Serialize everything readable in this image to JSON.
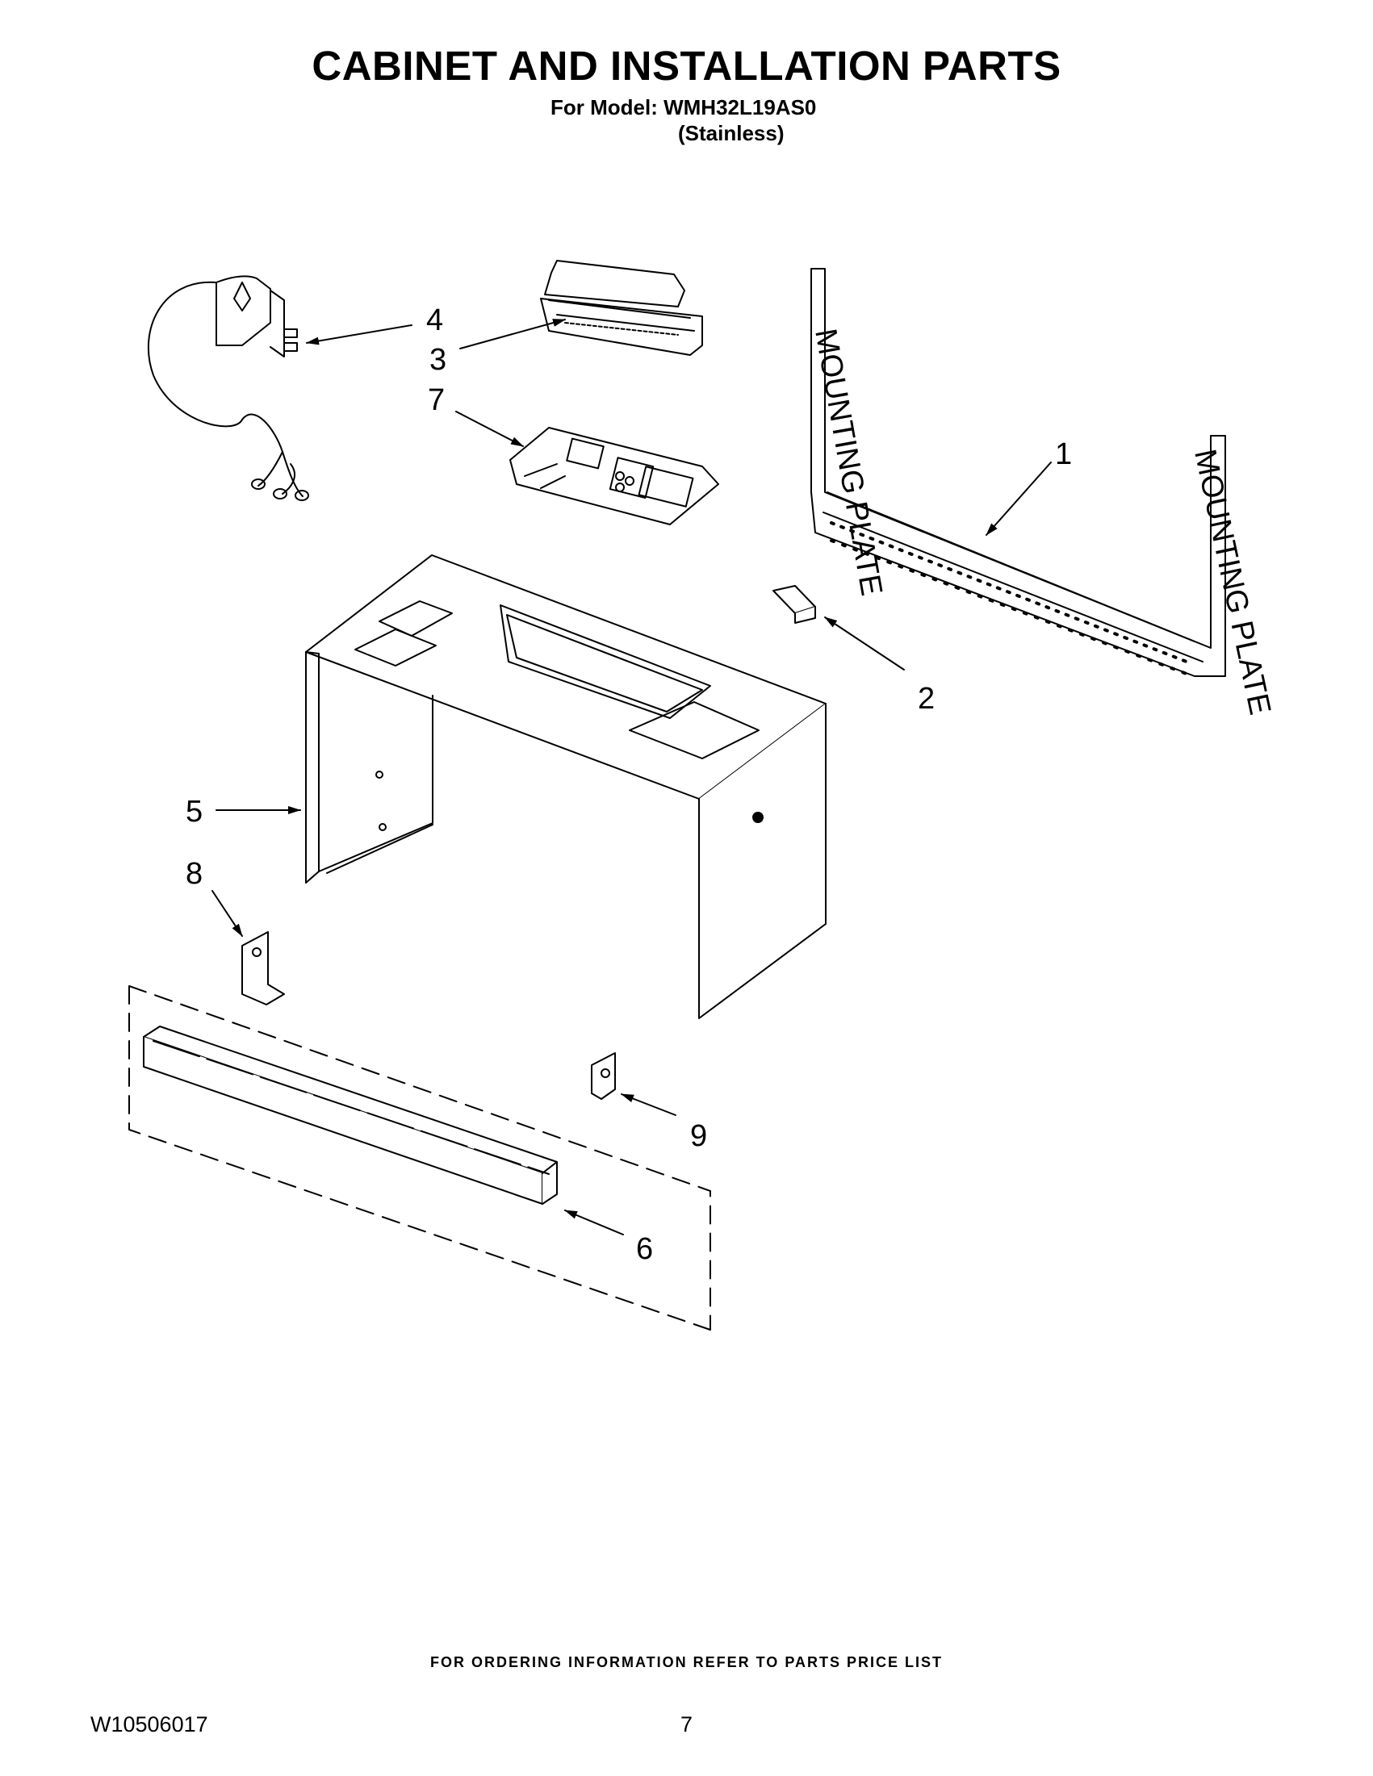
{
  "header": {
    "title": "CABINET AND INSTALLATION PARTS",
    "model_line": "For Model: WMH32L19AS0",
    "variant": "(Stainless)"
  },
  "diagram": {
    "plate_label": "MOUNTING PLATE",
    "callouts": [
      {
        "id": "c1",
        "number": "1"
      },
      {
        "id": "c2",
        "number": "2"
      },
      {
        "id": "c3",
        "number": "3"
      },
      {
        "id": "c4",
        "number": "4"
      },
      {
        "id": "c5",
        "number": "5"
      },
      {
        "id": "c6",
        "number": "6"
      },
      {
        "id": "c7",
        "number": "7"
      },
      {
        "id": "c8",
        "number": "8"
      },
      {
        "id": "c9",
        "number": "9"
      }
    ]
  },
  "footer": {
    "ordering_note": "FOR ORDERING INFORMATION REFER TO PARTS PRICE LIST",
    "doc_number": "W10506017",
    "page_number": "7"
  }
}
